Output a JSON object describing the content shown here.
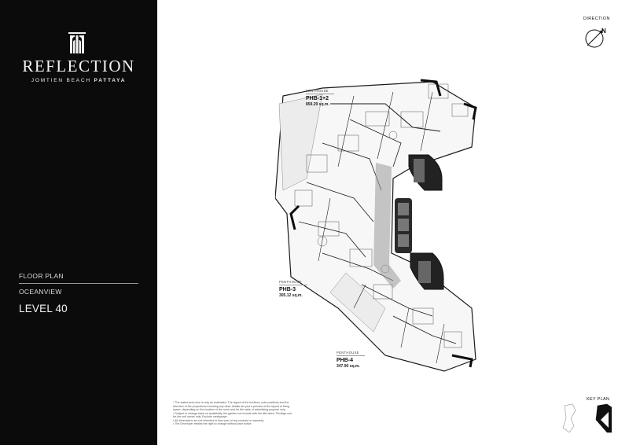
{
  "brand": {
    "name": "REFLECTION",
    "subtitle_regular": "JOMTIEN BEACH",
    "subtitle_bold": "PATTAYA"
  },
  "sidebar": {
    "floor_plan": "FLOOR PLAN",
    "view": "OCEANVIEW",
    "level": "LEVEL 40"
  },
  "direction": {
    "label": "DIRECTION",
    "north": "N"
  },
  "units": [
    {
      "caption": "PENTHOUSE",
      "code": "PHB-1+2",
      "area": "859.29 sq.m."
    },
    {
      "caption": "PENTHOUSE",
      "code": "PHB-3",
      "area": "305.12 sq.m."
    },
    {
      "caption": "PENTHOUSE",
      "code": "PHB-4",
      "area": "347.90 sq.m."
    }
  ],
  "notes": [
    "* The stated area size is only an estimated. The layout of the furniture, pole positions and the",
    "direction of the proportions including any other details are just a preview of the layout of living",
    "space, depending on the location of the room and for the sake of advertising purpose only.",
    "• Subject to change base on availability, the garden not include with the title deed. Privilege use",
    "for the unit owner only. Exclude vanityways.",
    "• All dimensions are not intended to form part of any contract or warranty.",
    "• The Developer retains the right to change without prior notice."
  ],
  "key_plan": {
    "label": "KEY PLAN"
  },
  "colors": {
    "panel": "#0b0b0b",
    "ink": "#111111",
    "wall": "#1a1a1a",
    "lobby": "#9a9a9a"
  }
}
